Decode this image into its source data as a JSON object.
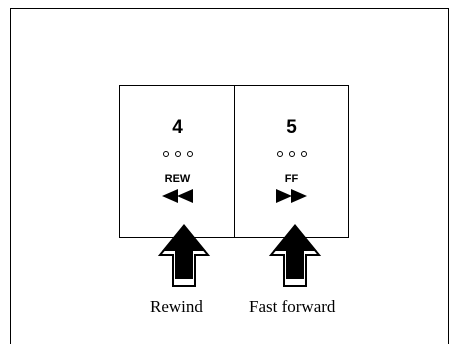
{
  "buttons": [
    {
      "number": "4",
      "label": "REW",
      "symbol": "rewind-icon"
    },
    {
      "number": "5",
      "label": "FF",
      "symbol": "fast-forward-icon"
    }
  ],
  "captions": {
    "rewind": "Rewind",
    "fast_forward": "Fast forward"
  }
}
